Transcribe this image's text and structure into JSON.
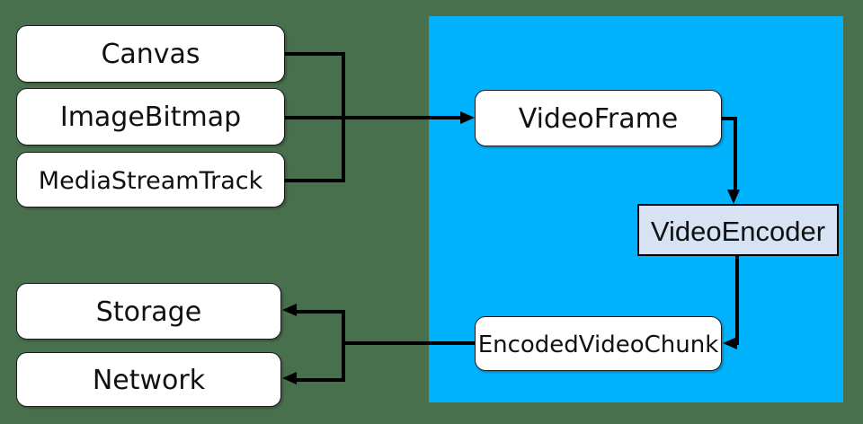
{
  "diagram": {
    "nodes": {
      "canvas": {
        "label": "Canvas"
      },
      "image_bitmap": {
        "label": "ImageBitmap"
      },
      "media_stream_track": {
        "label": "MediaStreamTrack"
      },
      "video_frame": {
        "label": "VideoFrame"
      },
      "video_encoder": {
        "label": "VideoEncoder"
      },
      "encoded_video_chunk": {
        "label": "EncodedVideoChunk"
      },
      "storage": {
        "label": "Storage"
      },
      "network": {
        "label": "Network"
      }
    },
    "edges": [
      {
        "from": "Canvas",
        "to": "VideoFrame"
      },
      {
        "from": "ImageBitmap",
        "to": "VideoFrame"
      },
      {
        "from": "MediaStreamTrack",
        "to": "VideoFrame"
      },
      {
        "from": "VideoFrame",
        "to": "VideoEncoder"
      },
      {
        "from": "VideoEncoder",
        "to": "EncodedVideoChunk"
      },
      {
        "from": "EncodedVideoChunk",
        "to": "Storage"
      },
      {
        "from": "EncodedVideoChunk",
        "to": "Network"
      }
    ],
    "colors": {
      "background": "#48704C",
      "region": "#00B2FC",
      "node_fill": "#FFFFFF",
      "node_border": "#1A1A1A",
      "encoder_fill": "#D7E3F4",
      "encoder_border": "#000000",
      "line": "#000000",
      "text": "#111111"
    }
  }
}
